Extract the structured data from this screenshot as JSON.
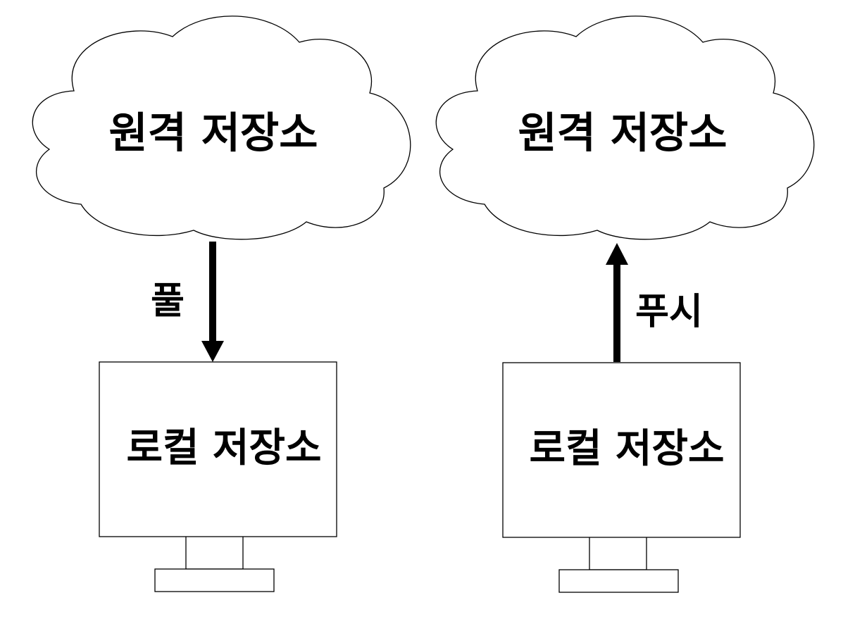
{
  "left": {
    "remote_label": "원격 저장소",
    "local_label": "로컬 저장소",
    "arrow_label": "풀"
  },
  "right": {
    "remote_label": "원격 저장소",
    "local_label": "로컬 저장소",
    "arrow_label": "푸시"
  },
  "colors": {
    "stroke": "#000000",
    "fill": "#ffffff"
  }
}
